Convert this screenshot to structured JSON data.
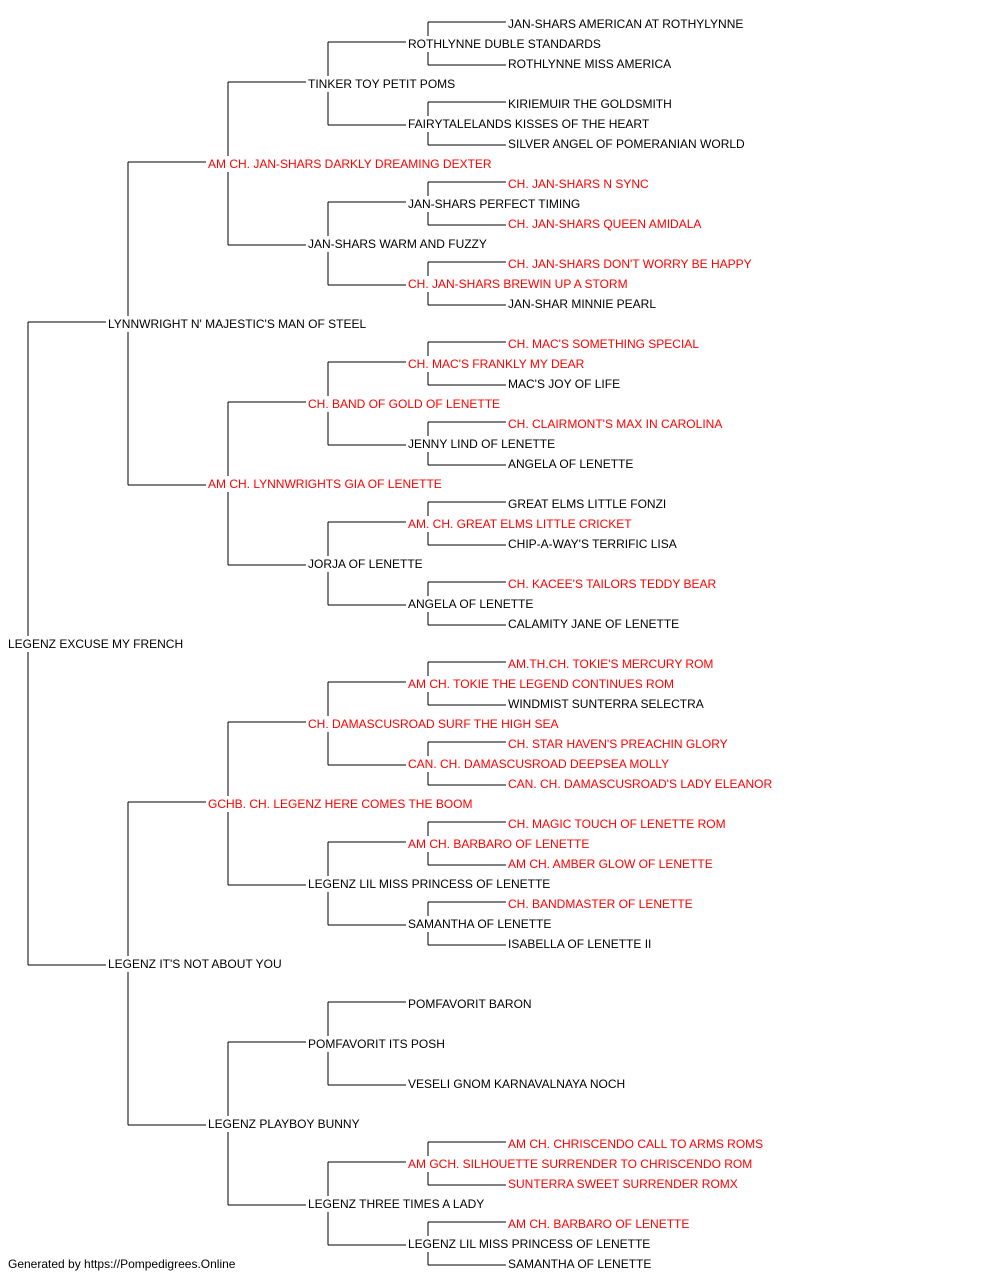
{
  "pedigree": [
    {
      "gen": 0,
      "row": 32,
      "name": "LEGENZ EXCUSE MY FRENCH",
      "champion": false
    },
    {
      "gen": 1,
      "row": 16,
      "name": "LYNNWRIGHT N' MAJESTIC'S MAN OF STEEL",
      "champion": false
    },
    {
      "gen": 1,
      "row": 48,
      "name": "LEGENZ IT'S NOT ABOUT YOU",
      "champion": false
    },
    {
      "gen": 2,
      "row": 8,
      "name": "AM CH. JAN-SHARS DARKLY DREAMING DEXTER",
      "champion": true
    },
    {
      "gen": 2,
      "row": 24,
      "name": "AM CH. LYNNWRIGHTS GIA OF LENETTE",
      "champion": true
    },
    {
      "gen": 2,
      "row": 40,
      "name": "GCHB. CH. LEGENZ HERE COMES THE BOOM",
      "champion": true
    },
    {
      "gen": 2,
      "row": 56,
      "name": "LEGENZ PLAYBOY BUNNY",
      "champion": false
    },
    {
      "gen": 3,
      "row": 4,
      "name": "TINKER TOY PETIT POMS",
      "champion": false
    },
    {
      "gen": 3,
      "row": 12,
      "name": "JAN-SHARS WARM AND FUZZY",
      "champion": false
    },
    {
      "gen": 3,
      "row": 20,
      "name": "CH. BAND OF GOLD OF LENETTE",
      "champion": true
    },
    {
      "gen": 3,
      "row": 28,
      "name": "JORJA OF LENETTE",
      "champion": false
    },
    {
      "gen": 3,
      "row": 36,
      "name": "CH. DAMASCUSROAD SURF THE HIGH SEA",
      "champion": true
    },
    {
      "gen": 3,
      "row": 44,
      "name": "LEGENZ LIL MISS PRINCESS OF LENETTE",
      "champion": false
    },
    {
      "gen": 3,
      "row": 52,
      "name": "POMFAVORIT ITS POSH",
      "champion": false
    },
    {
      "gen": 3,
      "row": 60,
      "name": "LEGENZ THREE TIMES A LADY",
      "champion": false
    },
    {
      "gen": 4,
      "row": 2,
      "name": "ROTHLYNNE DUBLE STANDARDS",
      "champion": false
    },
    {
      "gen": 4,
      "row": 6,
      "name": "FAIRYTALELANDS KISSES OF THE HEART",
      "champion": false
    },
    {
      "gen": 4,
      "row": 10,
      "name": "JAN-SHARS PERFECT TIMING",
      "champion": false
    },
    {
      "gen": 4,
      "row": 14,
      "name": "CH. JAN-SHARS BREWIN UP A STORM",
      "champion": true
    },
    {
      "gen": 4,
      "row": 18,
      "name": "CH. MAC'S FRANKLY MY DEAR",
      "champion": true
    },
    {
      "gen": 4,
      "row": 22,
      "name": "JENNY LIND OF LENETTE",
      "champion": false
    },
    {
      "gen": 4,
      "row": 26,
      "name": "AM. CH. GREAT ELMS LITTLE CRICKET",
      "champion": true
    },
    {
      "gen": 4,
      "row": 30,
      "name": "ANGELA OF LENETTE",
      "champion": false
    },
    {
      "gen": 4,
      "row": 34,
      "name": "AM CH. TOKIE THE LEGEND CONTINUES ROM",
      "champion": true
    },
    {
      "gen": 4,
      "row": 38,
      "name": "CAN. CH. DAMASCUSROAD DEEPSEA MOLLY",
      "champion": true
    },
    {
      "gen": 4,
      "row": 42,
      "name": "AM CH. BARBARO OF LENETTE",
      "champion": true
    },
    {
      "gen": 4,
      "row": 46,
      "name": "SAMANTHA OF LENETTE",
      "champion": false
    },
    {
      "gen": 4,
      "row": 50,
      "name": "POMFAVORIT BARON",
      "champion": false
    },
    {
      "gen": 4,
      "row": 54,
      "name": "VESELI GNOM KARNAVALNAYA NOCH",
      "champion": false
    },
    {
      "gen": 4,
      "row": 58,
      "name": "AM GCH. SILHOUETTE SURRENDER TO CHRISCENDO ROM",
      "champion": true
    },
    {
      "gen": 4,
      "row": 62,
      "name": "LEGENZ LIL MISS PRINCESS OF LENETTE",
      "champion": false
    },
    {
      "gen": 5,
      "row": 1,
      "name": "JAN-SHARS AMERICAN AT ROTHYLYNNE",
      "champion": false
    },
    {
      "gen": 5,
      "row": 3,
      "name": "ROTHLYNNE MISS AMERICA",
      "champion": false
    },
    {
      "gen": 5,
      "row": 5,
      "name": "KIRIEMUIR THE GOLDSMITH",
      "champion": false
    },
    {
      "gen": 5,
      "row": 7,
      "name": "SILVER ANGEL OF POMERANIAN WORLD",
      "champion": false
    },
    {
      "gen": 5,
      "row": 9,
      "name": "CH. JAN-SHARS N SYNC",
      "champion": true
    },
    {
      "gen": 5,
      "row": 11,
      "name": "CH. JAN-SHARS QUEEN AMIDALA",
      "champion": true
    },
    {
      "gen": 5,
      "row": 13,
      "name": "CH. JAN-SHARS DON'T WORRY BE HAPPY",
      "champion": true
    },
    {
      "gen": 5,
      "row": 15,
      "name": "JAN-SHAR MINNIE PEARL",
      "champion": false
    },
    {
      "gen": 5,
      "row": 17,
      "name": "CH. MAC'S SOMETHING SPECIAL",
      "champion": true
    },
    {
      "gen": 5,
      "row": 19,
      "name": "MAC'S JOY OF LIFE",
      "champion": false
    },
    {
      "gen": 5,
      "row": 21,
      "name": "CH. CLAIRMONT'S MAX IN CAROLINA",
      "champion": true
    },
    {
      "gen": 5,
      "row": 23,
      "name": "ANGELA OF LENETTE",
      "champion": false
    },
    {
      "gen": 5,
      "row": 25,
      "name": "GREAT ELMS LITTLE FONZI",
      "champion": false
    },
    {
      "gen": 5,
      "row": 27,
      "name": "CHIP-A-WAY'S TERRIFIC LISA",
      "champion": false
    },
    {
      "gen": 5,
      "row": 29,
      "name": "CH. KACEE'S TAILORS TEDDY BEAR",
      "champion": true
    },
    {
      "gen": 5,
      "row": 31,
      "name": "CALAMITY JANE OF LENETTE",
      "champion": false
    },
    {
      "gen": 5,
      "row": 33,
      "name": "AM.TH.CH. TOKIE'S MERCURY ROM",
      "champion": true
    },
    {
      "gen": 5,
      "row": 35,
      "name": "WINDMIST SUNTERRA SELECTRA",
      "champion": false
    },
    {
      "gen": 5,
      "row": 37,
      "name": "CH. STAR HAVEN'S PREACHIN GLORY",
      "champion": true
    },
    {
      "gen": 5,
      "row": 39,
      "name": "CAN. CH. DAMASCUSROAD'S LADY ELEANOR",
      "champion": true
    },
    {
      "gen": 5,
      "row": 41,
      "name": "CH. MAGIC TOUCH OF LENETTE ROM",
      "champion": true
    },
    {
      "gen": 5,
      "row": 43,
      "name": "AM CH. AMBER GLOW OF LENETTE",
      "champion": true
    },
    {
      "gen": 5,
      "row": 45,
      "name": "CH. BANDMASTER OF LENETTE",
      "champion": true
    },
    {
      "gen": 5,
      "row": 47,
      "name": "ISABELLA OF LENETTE II",
      "champion": false
    },
    {
      "gen": 5,
      "row": 57,
      "name": "AM CH. CHRISCENDO CALL TO ARMS ROMS",
      "champion": true
    },
    {
      "gen": 5,
      "row": 59,
      "name": "SUNTERRA SWEET SURRENDER ROMX",
      "champion": true
    },
    {
      "gen": 5,
      "row": 61,
      "name": "AM CH. BARBARO OF LENETTE",
      "champion": true
    },
    {
      "gen": 5,
      "row": 63,
      "name": "SAMANTHA OF LENETTE",
      "champion": false
    }
  ],
  "footer": "Generated by https://Pompedigrees.Online",
  "colors": {
    "champion": "#ff0000",
    "regular": "#000000",
    "line": "#000000"
  }
}
